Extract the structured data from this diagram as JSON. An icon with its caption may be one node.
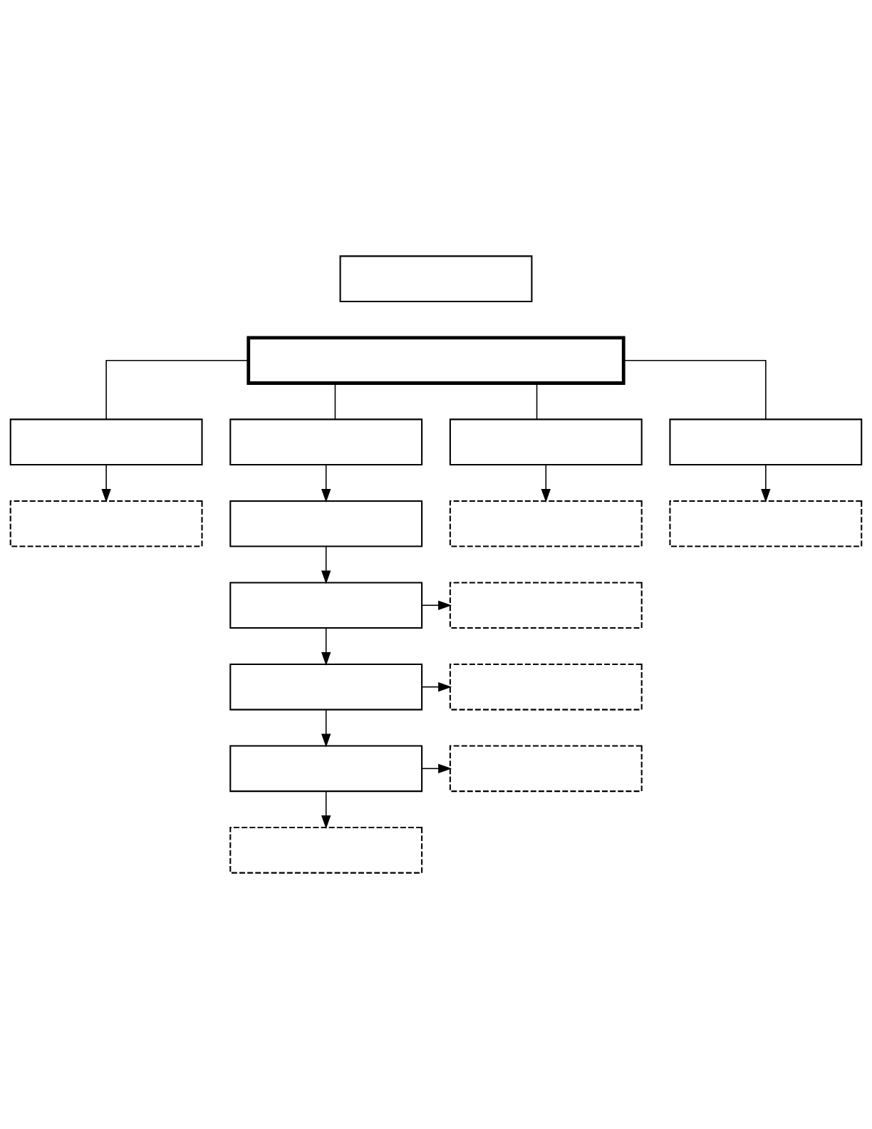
{
  "diagram": {
    "nodes": [
      {
        "text": [],
        "shape": "box"
      },
      {
        "text": [],
        "shape": "box"
      },
      {
        "text": [],
        "shape": "box"
      },
      {
        "text": [],
        "shape": "box"
      },
      {
        "text": [],
        "shape": "box"
      },
      {
        "text": [],
        "shape": "box"
      },
      {
        "text": [],
        "shape": "box"
      },
      {
        "text": [],
        "shape": "box"
      },
      {
        "text": [],
        "shape": "box"
      },
      {
        "text": [],
        "shape": "box"
      },
      {
        "text": [],
        "shape": "box"
      },
      {
        "text": [],
        "shape": "box"
      },
      {
        "text": [],
        "shape": "box"
      },
      {
        "text": [],
        "shape": "box"
      },
      {
        "text": [],
        "shape": "box"
      },
      {
        "text": [],
        "shape": "box"
      },
      {
        "text": [],
        "shape": "box"
      }
    ],
    "edges": [
      {
        "from": 1,
        "to": 2,
        "arrow": "none"
      },
      {
        "from": 1,
        "to": 3,
        "arrow": "none"
      },
      {
        "from": 1,
        "to": 4,
        "arrow": "none"
      },
      {
        "from": 1,
        "to": 5,
        "arrow": "none"
      },
      {
        "from": 2,
        "to": 6,
        "arrow": "to"
      },
      {
        "from": 3,
        "to": 7,
        "arrow": "to"
      },
      {
        "from": 4,
        "to": 8,
        "arrow": "to"
      },
      {
        "from": 5,
        "to": 9,
        "arrow": "to"
      },
      {
        "from": 7,
        "to": 10,
        "arrow": "to"
      },
      {
        "from": 10,
        "to": 11,
        "arrow": "to"
      },
      {
        "from": 10,
        "to": 12,
        "arrow": "to"
      },
      {
        "from": 12,
        "to": 13,
        "arrow": "to"
      },
      {
        "from": 12,
        "to": 14,
        "arrow": "to"
      },
      {
        "from": 14,
        "to": 15,
        "arrow": "to"
      },
      {
        "from": 14,
        "to": 16,
        "arrow": "to"
      }
    ]
  }
}
